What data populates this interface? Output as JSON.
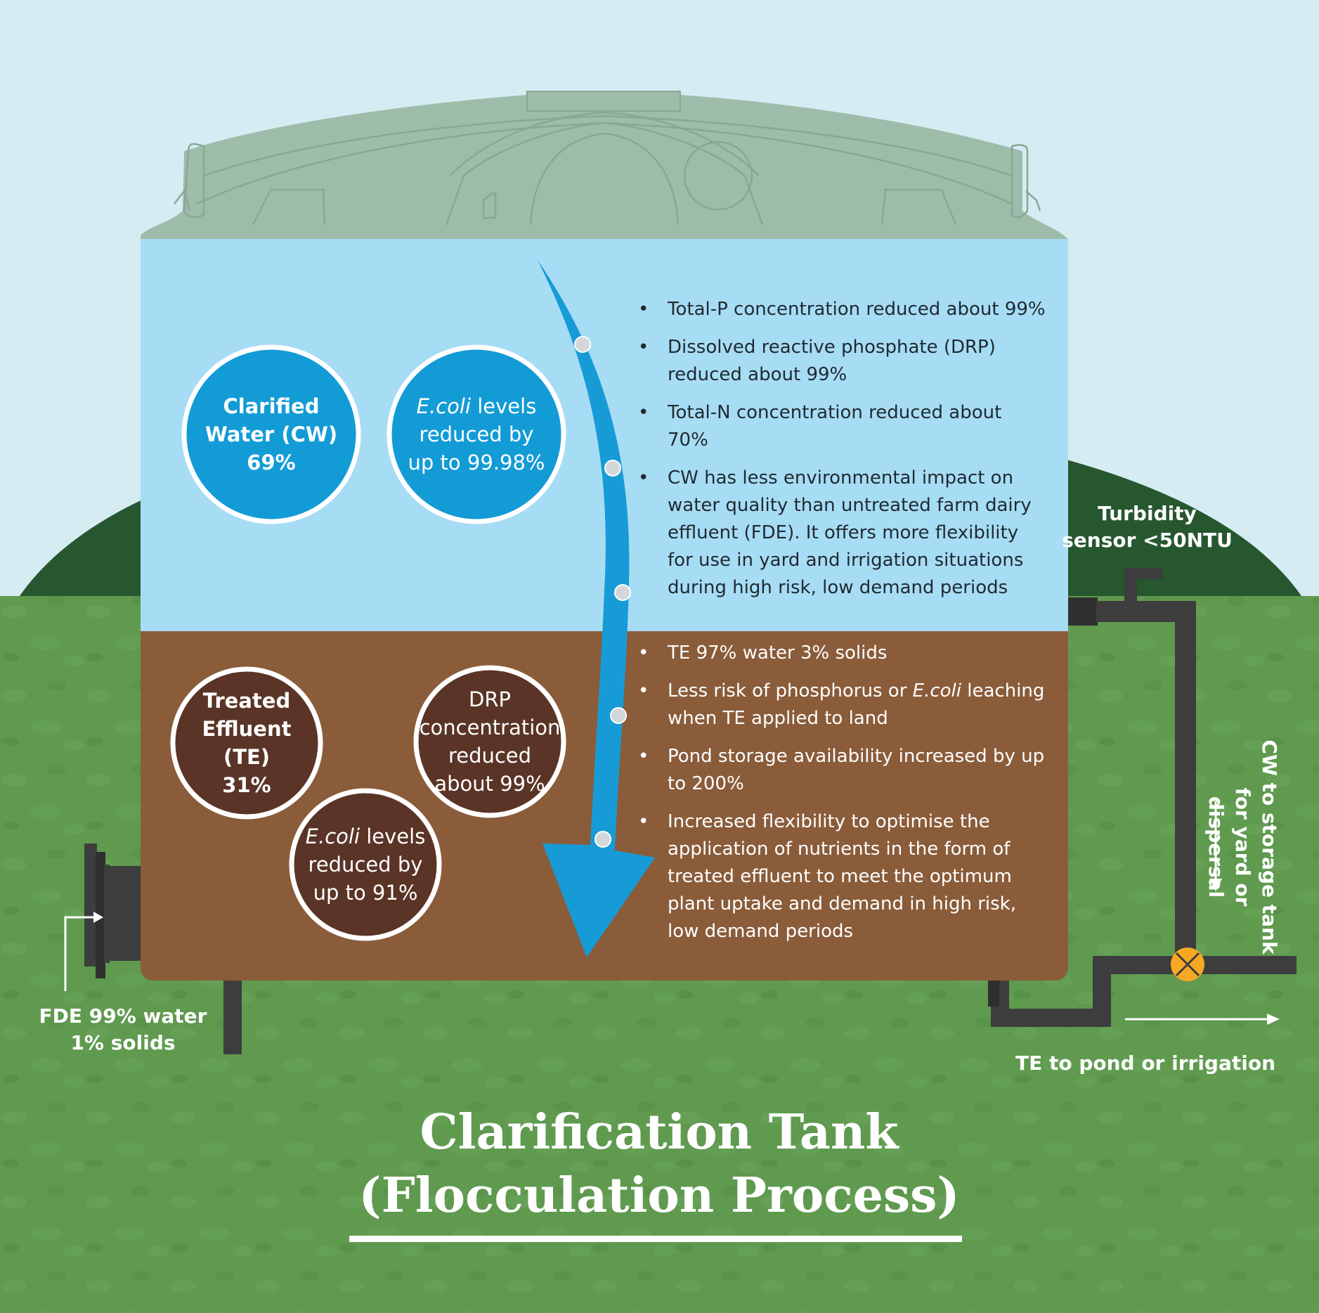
{
  "title": {
    "line1": "Clarification Tank",
    "line2": "(Flocculation Process)"
  },
  "circles": {
    "cw": {
      "line1": "Clarified",
      "line2": "Water (CW)",
      "line3": "69%"
    },
    "ecoli_cw": {
      "line1_italic": "E.coli",
      "line1_rest": " levels",
      "line2": "reduced by",
      "line3": "up to 99.98%"
    },
    "te": {
      "line1": "Treated",
      "line2": "Effluent (TE)",
      "line3": "31%"
    },
    "drp": {
      "line1": "DRP",
      "line2": "concentration",
      "line3": "reduced",
      "line4": "about 99%"
    },
    "ecoli_te": {
      "line1_italic": "E.coli",
      "line1_rest": " levels",
      "line2": "reduced by",
      "line3": "up to 91%"
    }
  },
  "cw_bullets": [
    "Total-P concentration reduced about 99%",
    "Dissolved reactive phosphate (DRP) reduced about 99%",
    "Total-N concentration reduced about 70%",
    "CW has less environmental impact on water quality than untreated farm dairy effluent (FDE). It offers more flexibility for use in yard and irrigation situations during high risk, low demand periods"
  ],
  "te_bullets": {
    "b1": "TE 97% water 3% solids",
    "b2_pre": "Less risk of phosphorus or ",
    "b2_italic": "E.coli",
    "b2_post": " leaching when TE applied to land",
    "b3": "Pond storage availability increased by up to 200%",
    "b4": "Increased flexibility to optimise the application of nutrients in the form of treated effluent to meet the optimum plant uptake and demand in high risk, low demand periods"
  },
  "labels": {
    "turbidity_line1": "Turbidity",
    "turbidity_line2": "sensor <50NTU",
    "fde_line1": "FDE 99% water",
    "fde_line2": "1% solids",
    "cw_storage_line1": "CW to storage tank",
    "cw_storage_line2": "for yard or dispersal",
    "te_pond": "TE to pond or irrigation"
  },
  "colors": {
    "sky": "#d6ecf3",
    "hill": "#27572f",
    "grass": "#5f9a4f",
    "lid": "#9dbdaa",
    "clarified_water": "#a7dcf5",
    "effluent": "#8a5c3a",
    "cw_circle": "#139bd6",
    "te_circle": "#5a3426",
    "arrow": "#179bd7",
    "pipe": "#3d3d3d",
    "valve": "#f7a823"
  }
}
